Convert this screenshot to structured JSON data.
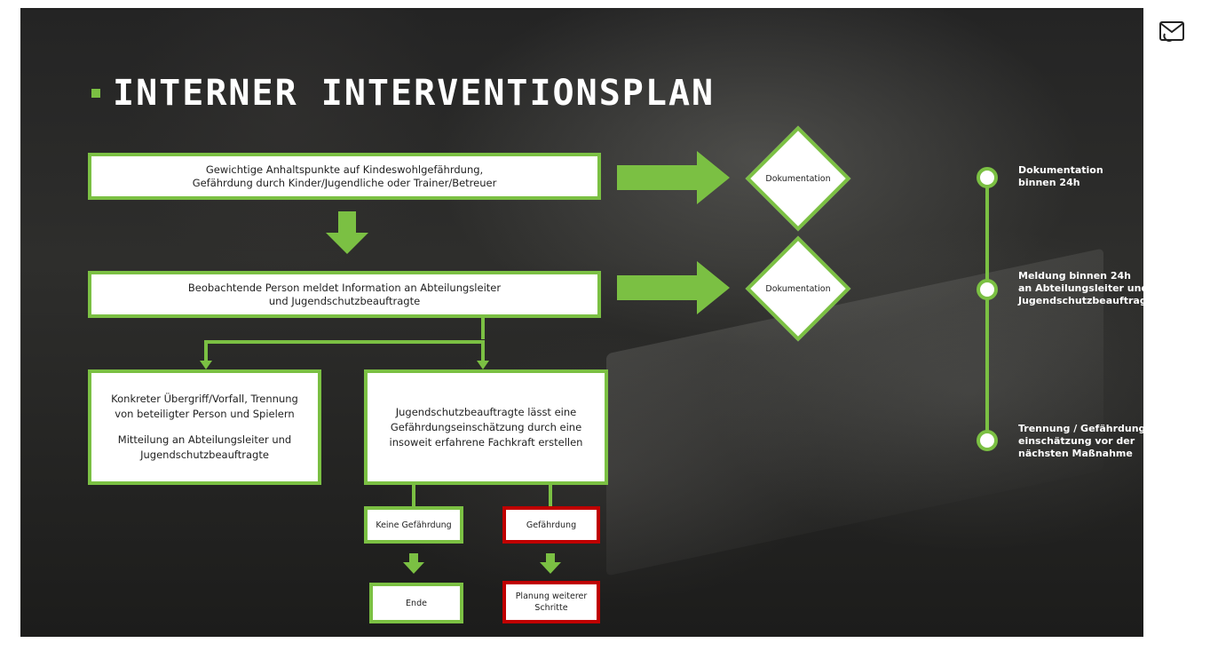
{
  "title": "INTERNER INTERVENTIONSPLAN",
  "icons": {
    "mail": "mail-phone-icon"
  },
  "colors": {
    "accent": "#7bc043",
    "danger": "#c00000",
    "background": "#262626"
  },
  "flow": {
    "step1": {
      "line1": "Gewichtige Anhaltspunkte auf Kindeswohlgefährdung,",
      "line2": "Gefährdung durch Kinder/Jugendliche oder Trainer/Betreuer"
    },
    "step2": {
      "line1": "Beobachtende Person meldet Information an Abteilungsleiter",
      "line2": "und Jugendschutzbeauftragte"
    },
    "doc1": "Dokumentation",
    "doc2": "Dokumentation",
    "left_box": {
      "line1": "Konkreter Übergriff/Vorfall, Trennung",
      "line2": "von beteiligter Person und Spielern",
      "line3": "Mitteilung an Abteilungsleiter und",
      "line4": "Jugendschutzbeauftragte"
    },
    "right_box": {
      "line1": "Jugendschutzbeauftragte lässt eine",
      "line2": "Gefährdungseinschätzung durch eine",
      "line3": "insoweit erfahrene Fachkraft erstellen"
    },
    "no_risk": "Keine Gefährdung",
    "risk": "Gefährdung",
    "end": "Ende",
    "planning": {
      "line1": "Planung weiterer",
      "line2": "Schritte"
    }
  },
  "timeline": [
    {
      "line1": "Dokumentation",
      "line2": "binnen 24h"
    },
    {
      "line1": "Meldung binnen 24h",
      "line2": "an Abteilungsleiter und",
      "line3": "Jugendschutzbeauftragte"
    },
    {
      "line1": "Trennung / Gefährdungs-",
      "line2": "einschätzung vor der",
      "line3": "nächsten Maßnahme"
    }
  ]
}
